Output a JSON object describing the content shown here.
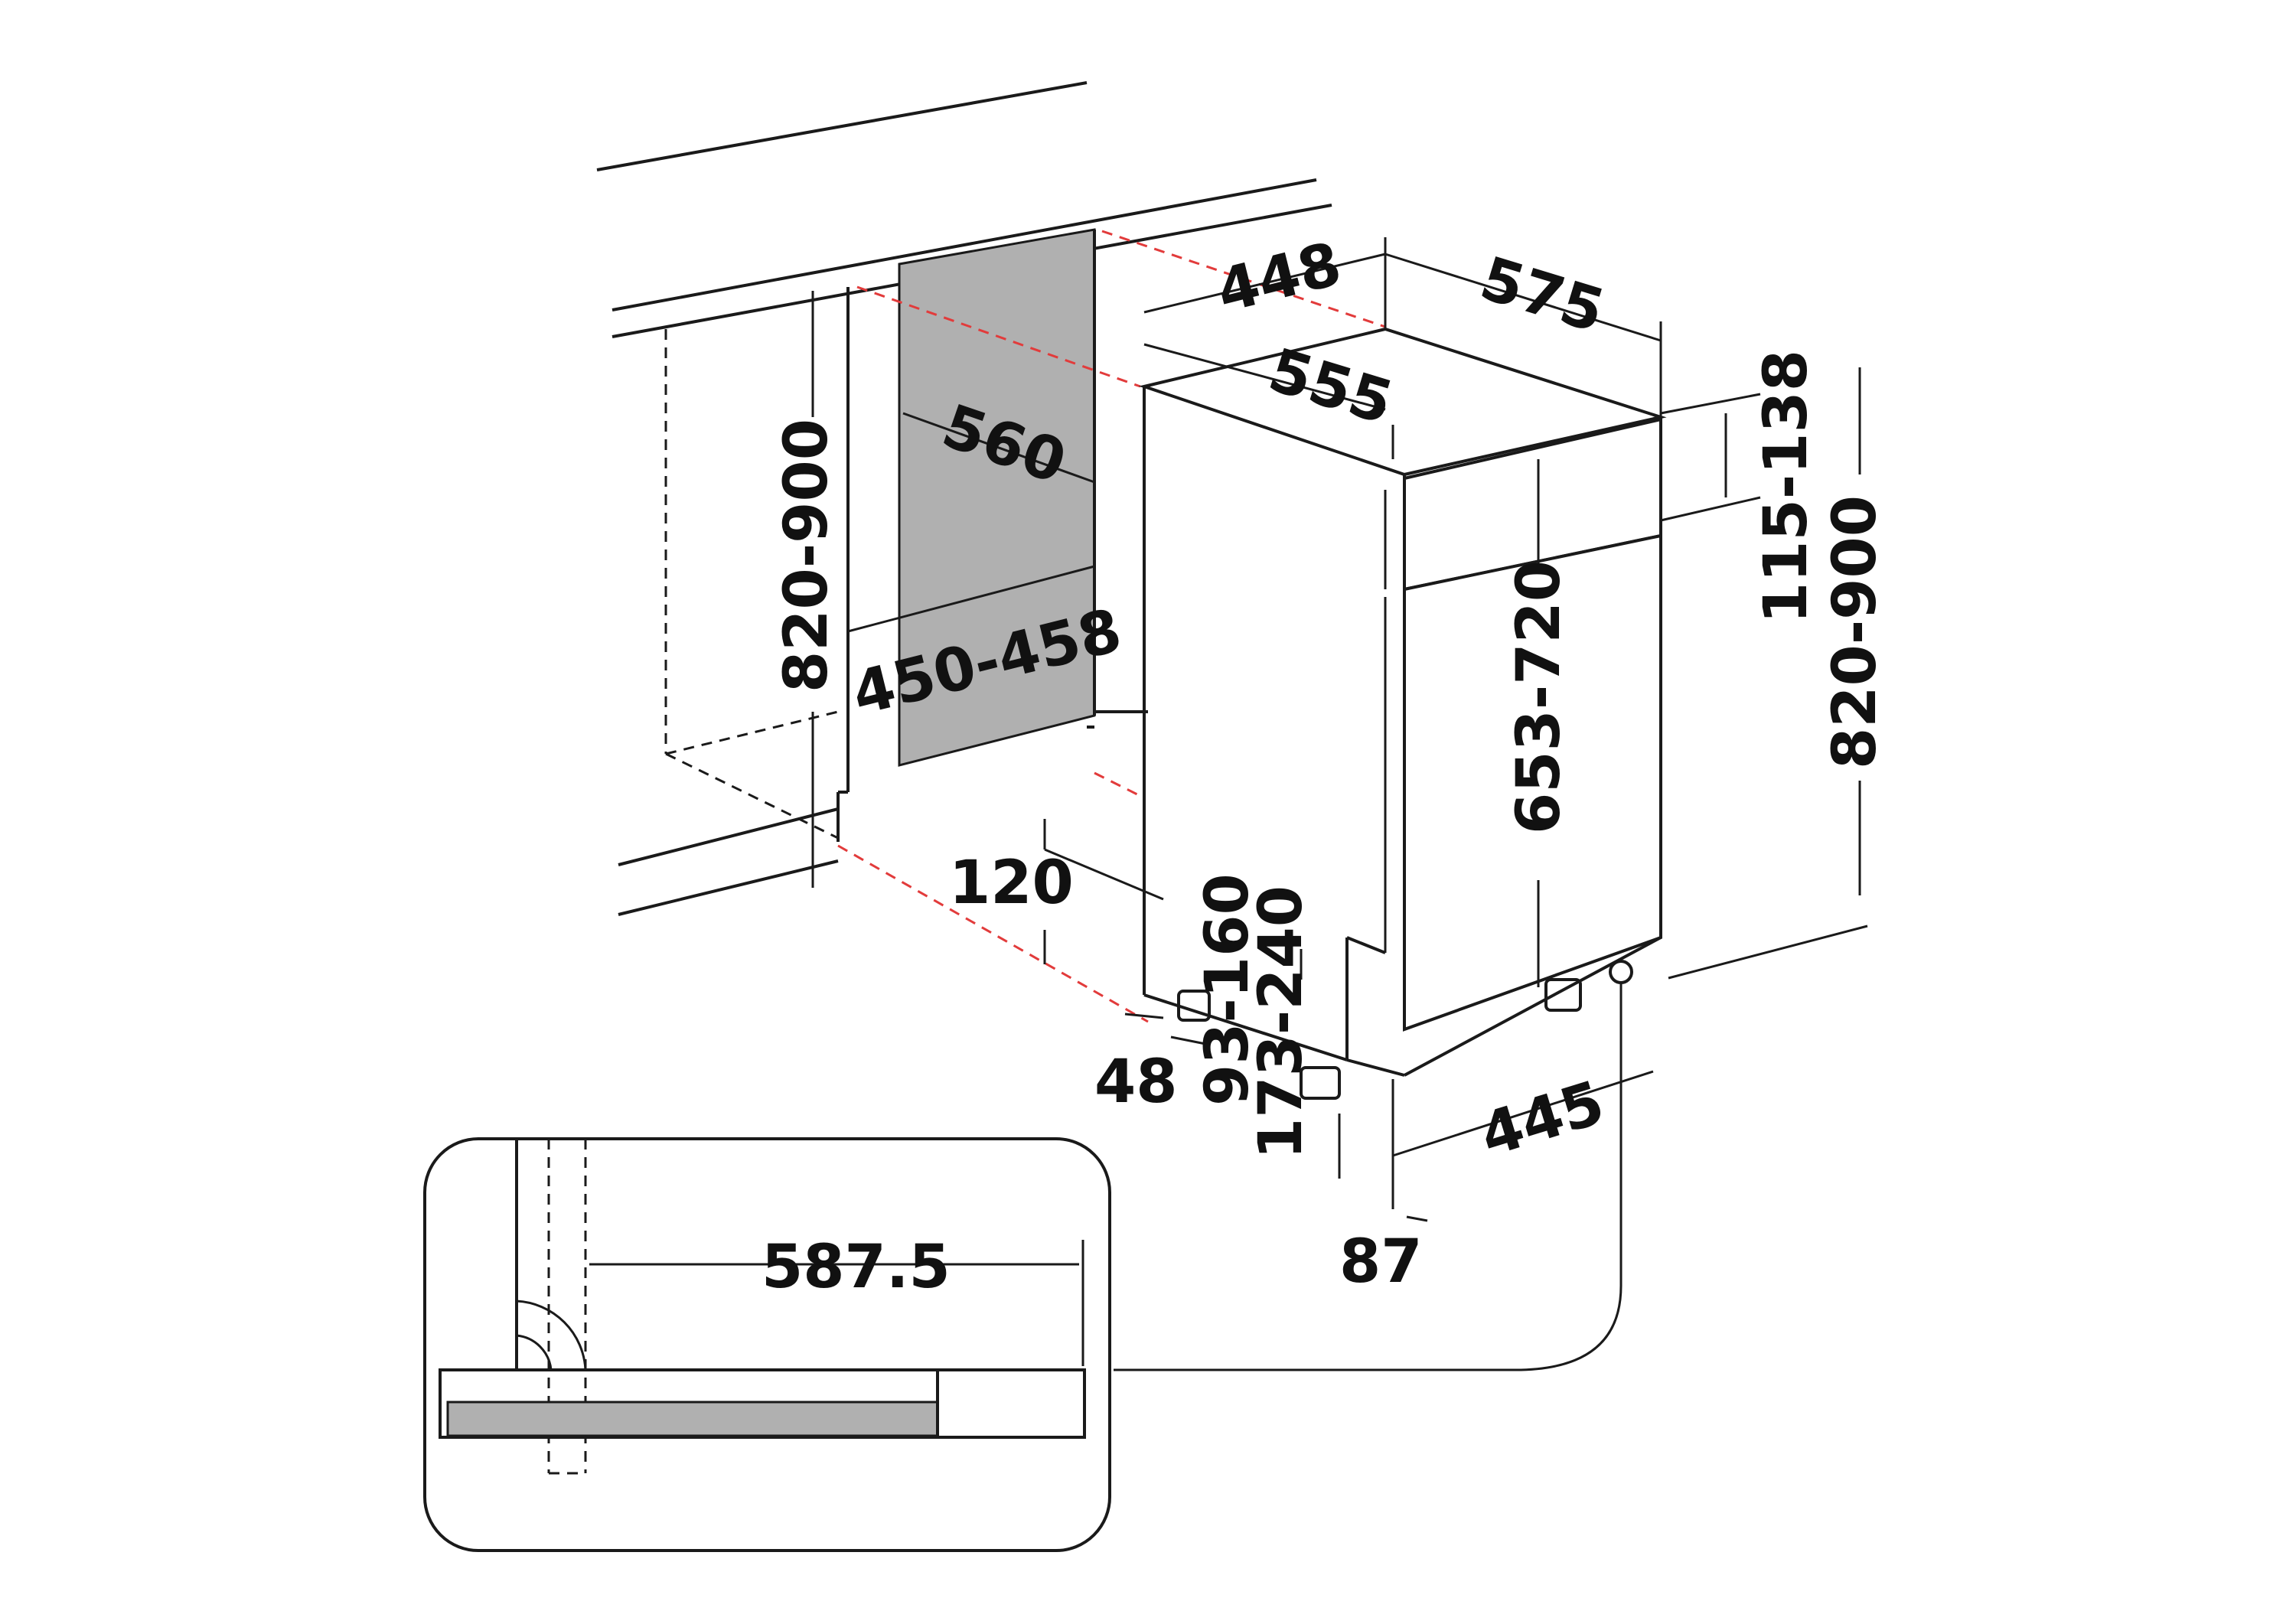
{
  "colors": {
    "line": "#1a1a1a",
    "guide": "#e23b3b",
    "panel": "#b0b0b0",
    "background": "#ffffff"
  },
  "dimensions": {
    "top_depth": "448",
    "top_width": "575",
    "depth_555": "555",
    "niche_depth": "560",
    "niche_width": "450-458",
    "niche_height": "820-900",
    "panel_height": "115-138",
    "total_height": "820-900",
    "door_height": "653-720",
    "plinth_120": "120",
    "plinth_48": "48",
    "foot_93_160": "93-160",
    "foot_173_240": "173-240",
    "width_445": "445",
    "offset_87": "87",
    "inset_587_5": "587.5"
  }
}
